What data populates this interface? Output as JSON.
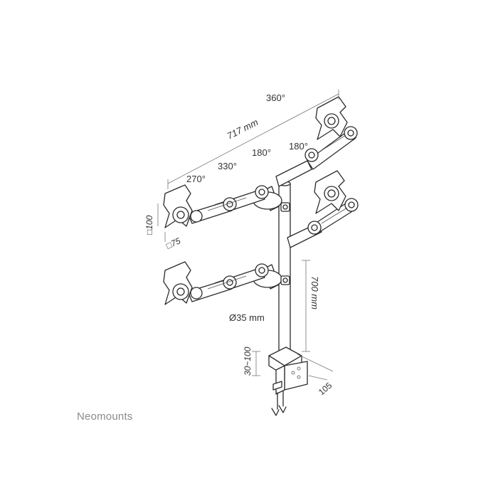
{
  "brand": "Neomounts",
  "labels": {
    "rotation_top": "360°",
    "reach": "717 mm",
    "swivel_330": "330°",
    "swivel_180_left": "180°",
    "swivel_180_right": "180°",
    "swivel_270": "270°",
    "vesa_100": "□100",
    "vesa_75": "□75",
    "pole_height": "700 mm",
    "pole_diameter": "Ø35 mm",
    "clamp_range": "30~100",
    "clamp_depth": "105"
  },
  "colors": {
    "line": "#2b2b2b",
    "text": "#333333",
    "brand": "#8a8a8a"
  }
}
